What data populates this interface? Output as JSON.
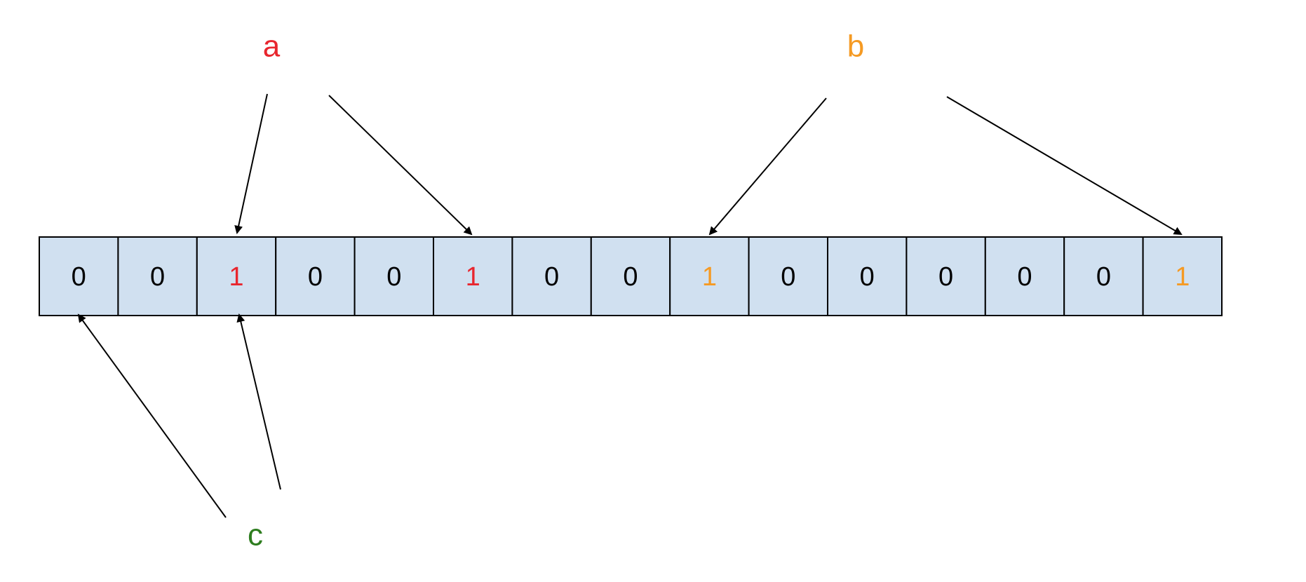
{
  "cells": [
    {
      "value": "0",
      "color": "#000000"
    },
    {
      "value": "0",
      "color": "#000000"
    },
    {
      "value": "1",
      "color": "#e8262e"
    },
    {
      "value": "0",
      "color": "#000000"
    },
    {
      "value": "0",
      "color": "#000000"
    },
    {
      "value": "1",
      "color": "#e8262e"
    },
    {
      "value": "0",
      "color": "#000000"
    },
    {
      "value": "0",
      "color": "#000000"
    },
    {
      "value": "1",
      "color": "#f59a23"
    },
    {
      "value": "0",
      "color": "#000000"
    },
    {
      "value": "0",
      "color": "#000000"
    },
    {
      "value": "0",
      "color": "#000000"
    },
    {
      "value": "0",
      "color": "#000000"
    },
    {
      "value": "0",
      "color": "#000000"
    },
    {
      "value": "1",
      "color": "#f59a23"
    }
  ],
  "cell_fill": "#d0e0f0",
  "labels": {
    "a": {
      "text": "a",
      "color": "#e8262e"
    },
    "b": {
      "text": "b",
      "color": "#f59a23"
    },
    "c": {
      "text": "c",
      "color": "#2e7d1f"
    }
  }
}
